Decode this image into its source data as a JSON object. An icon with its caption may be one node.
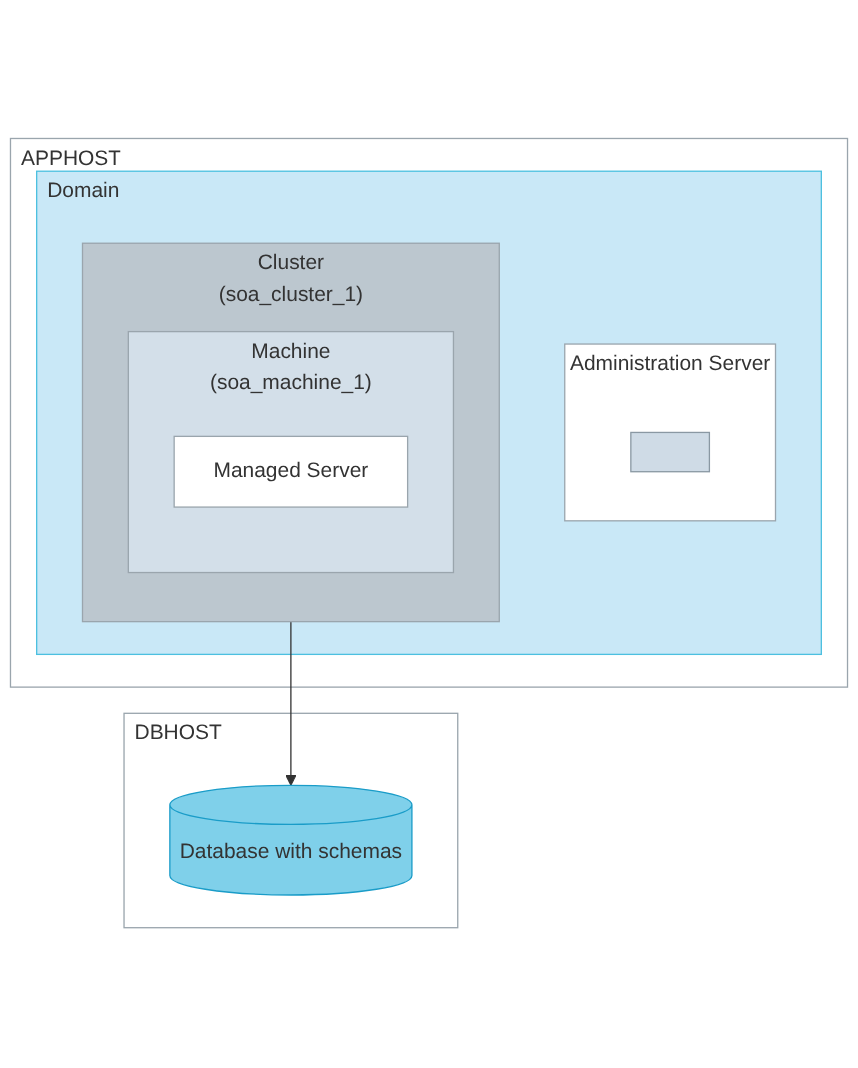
{
  "diagram": {
    "nodes": [
      {
        "text": [
          "APPHOST"
        ]
      },
      {
        "text": [
          "Domain"
        ],
        "in": 0
      },
      {
        "text": [
          "Administration Server"
        ],
        "in": 1
      },
      {
        "text": [],
        "shape": "box",
        "in": 2
      },
      {
        "text": [
          "Cluster",
          "(soa_cluster_1)"
        ],
        "in": 1
      },
      {
        "text": [
          "Machine",
          "(soa_machine_1)"
        ],
        "in": 4
      },
      {
        "text": [
          "Managed Server"
        ],
        "in": 5
      },
      {
        "text": [
          "DBHOST"
        ]
      },
      {
        "text": [
          "Database with schemas"
        ],
        "in": 7
      }
    ],
    "edges": [
      {
        "from": 4,
        "to": 8,
        "arrow": "to"
      }
    ]
  }
}
